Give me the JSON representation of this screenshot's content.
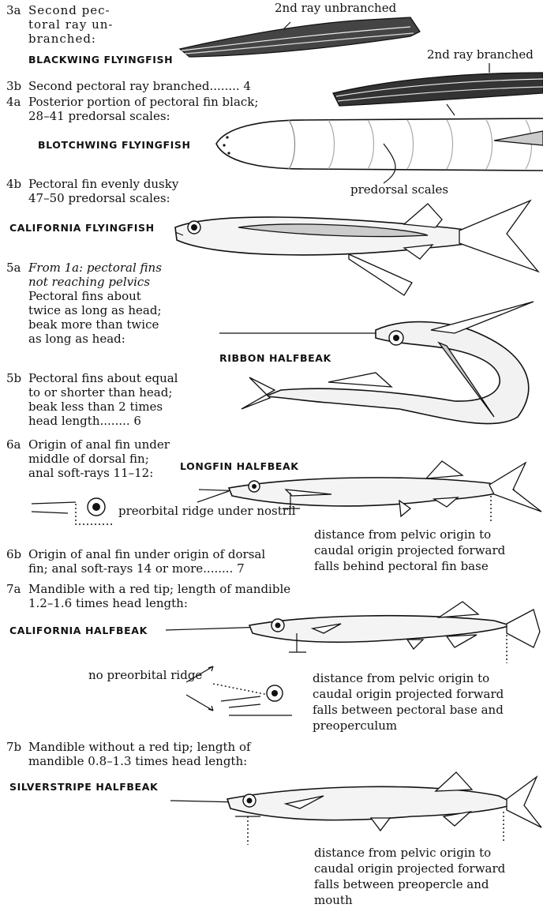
{
  "key": {
    "k3a": {
      "num": "3a",
      "text": "Second pec-\ntoral ray un-\nbranched:",
      "species": "BLACKWING FLYINGFISH"
    },
    "k3b": {
      "num": "3b",
      "text": "Second pectoral ray branched........ 4"
    },
    "k4a": {
      "num": "4a",
      "text": "Posterior portion of pectoral fin black;\n28–41 predorsal scales:",
      "species": "BLOTCHWING FLYINGFISH"
    },
    "k4b": {
      "num": "4b",
      "text": "Pectoral fin evenly dusky\n47–50 predorsal scales:",
      "species": "CALIFORNIA FLYINGFISH"
    },
    "k5a": {
      "num": "5a",
      "italic": "From 1a: pectoral fins\nnot reaching pelvics",
      "text": "Pectoral fins about\ntwice as long as head;\nbeak more than twice\nas long as head:",
      "species": "RIBBON HALFBEAK"
    },
    "k5b": {
      "num": "5b",
      "text": "Pectoral fins about equal\nto or shorter than head;\nbeak less than 2 times\nhead length........ 6"
    },
    "k6a": {
      "num": "6a",
      "text": "Origin of anal fin under\nmiddle of dorsal fin;\nanal soft-rays 11–12:",
      "species": "LONGFIN HALFBEAK"
    },
    "k6b": {
      "num": "6b",
      "text": "Origin of anal fin under origin of dorsal\nfin; anal soft-rays 14 or more........ 7"
    },
    "k7a": {
      "num": "7a",
      "text": "Mandible with a red tip; length of mandible\n1.2–1.6 times head length:",
      "species": "CALIFORNIA HALFBEAK"
    },
    "k7b": {
      "num": "7b",
      "text": "Mandible without a red tip; length of\nmandible 0.8–1.3 times head length:",
      "species": "SILVERSTRIPE HALFBEAK"
    }
  },
  "labels": {
    "ray_unbranched": "2nd ray unbranched",
    "ray_branched": "2nd ray branched",
    "predorsal_scales": "predorsal scales",
    "preorbital_ridge": "preorbital ridge\nunder nostril",
    "no_preorbital_ridge": "no preorbital ridge",
    "dist_pectoral": "distance from pelvic origin to\ncaudal origin projected forward\nfalls behind pectoral fin base",
    "dist_preoperculum": "distance from pelvic origin to\ncaudal origin projected forward\nfalls between pectoral base and\npreoperculum",
    "dist_mouth": "distance from pelvic origin to\ncaudal origin projected forward\nfalls between preopercle and\nmouth"
  }
}
